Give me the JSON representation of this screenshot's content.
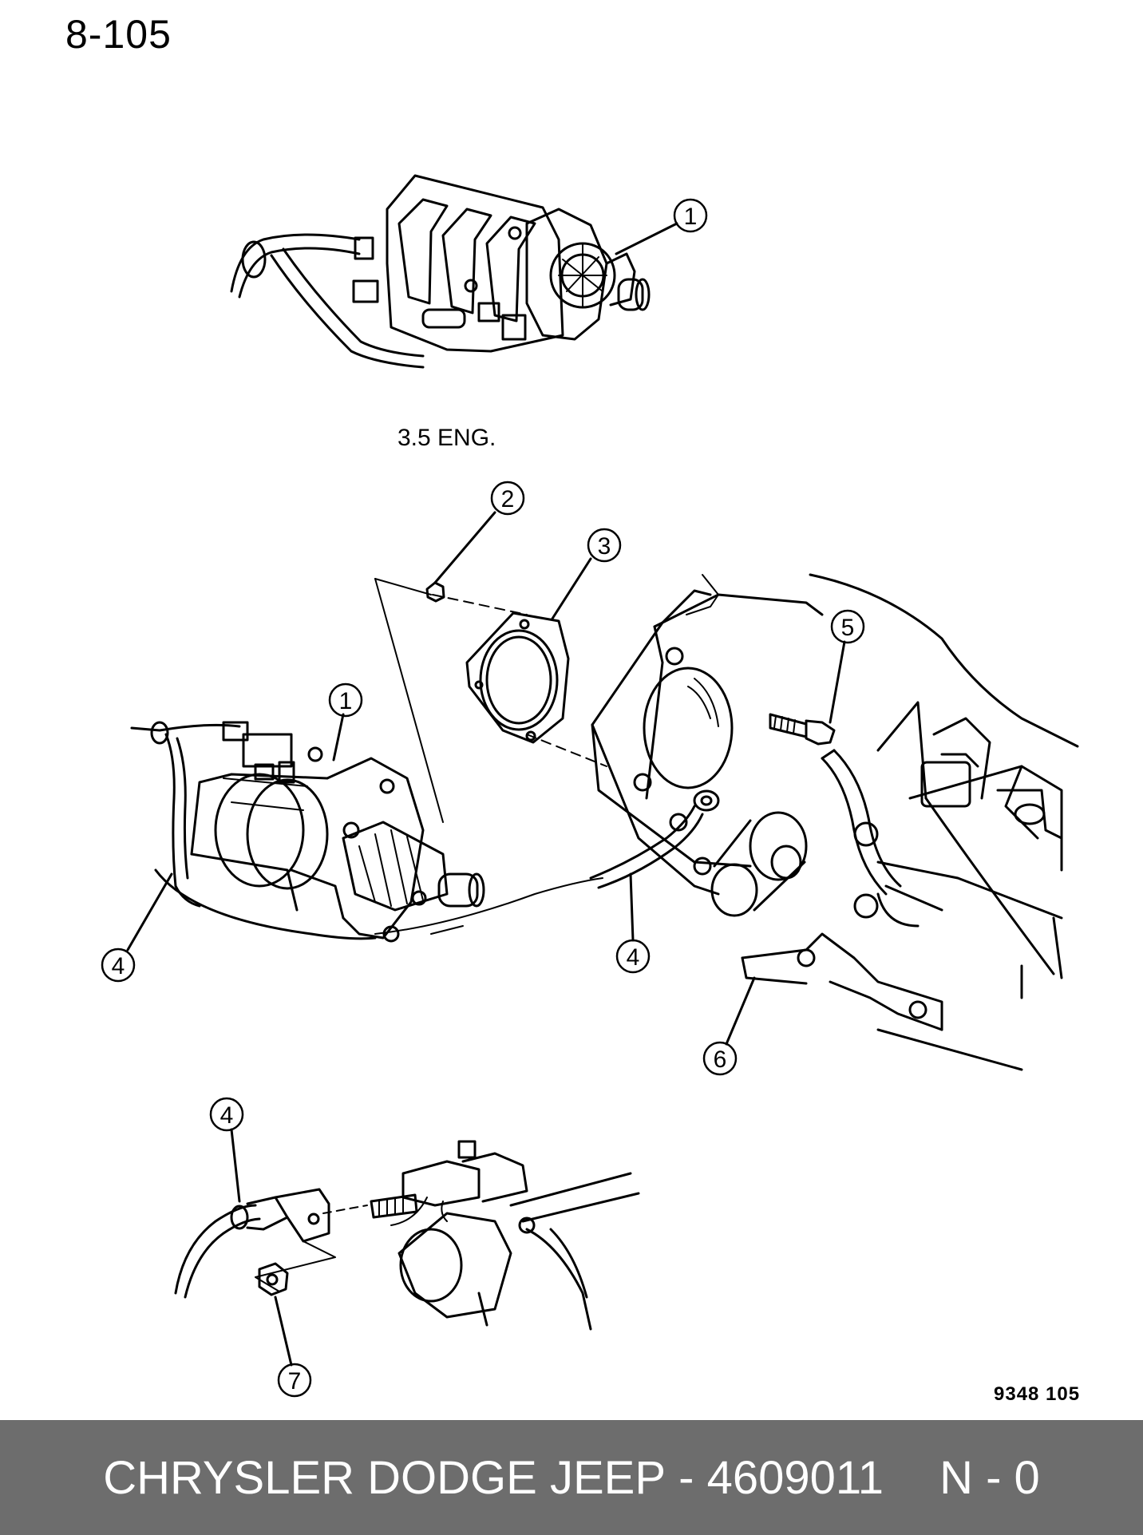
{
  "page_label": "8-105",
  "engine_caption": "3.5 ENG.",
  "reference_code": "9348 105",
  "footer": {
    "brand": "CHRYSLER DODGE JEEP",
    "separator": " - ",
    "part_number": "4609011",
    "suffix": "N - 0"
  },
  "callouts": {
    "c1_top": "1",
    "c1_mid": "1",
    "c2": "2",
    "c3": "3",
    "c4_left": "4",
    "c4_mid": "4",
    "c4_bottom": "4",
    "c5": "5",
    "c6": "6",
    "c7": "7"
  },
  "colors": {
    "line": "#000000",
    "footer_bg": "#6d6d6d",
    "footer_text": "#ffffff"
  }
}
